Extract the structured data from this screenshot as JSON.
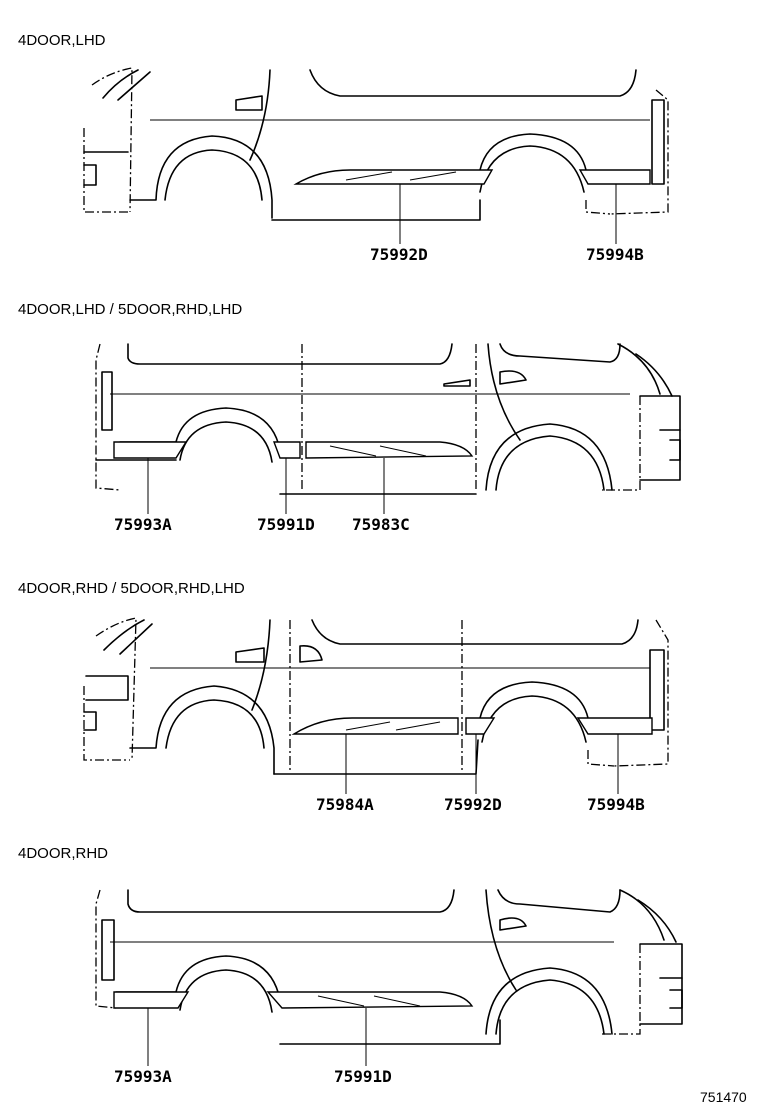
{
  "sections": [
    {
      "label": "4DOOR,LHD",
      "parts": [
        "75992D",
        "75994B"
      ]
    },
    {
      "label": "4DOOR,LHD / 5DOOR,RHD,LHD",
      "parts": [
        "75993A",
        "75991D",
        "75983C"
      ]
    },
    {
      "label": "4DOOR,RHD / 5DOOR,RHD,LHD",
      "parts": [
        "75984A",
        "75992D",
        "75994B"
      ]
    },
    {
      "label": "4DOOR,RHD",
      "parts": [
        "75993A",
        "75991D"
      ]
    }
  ],
  "figure_number": "751470"
}
